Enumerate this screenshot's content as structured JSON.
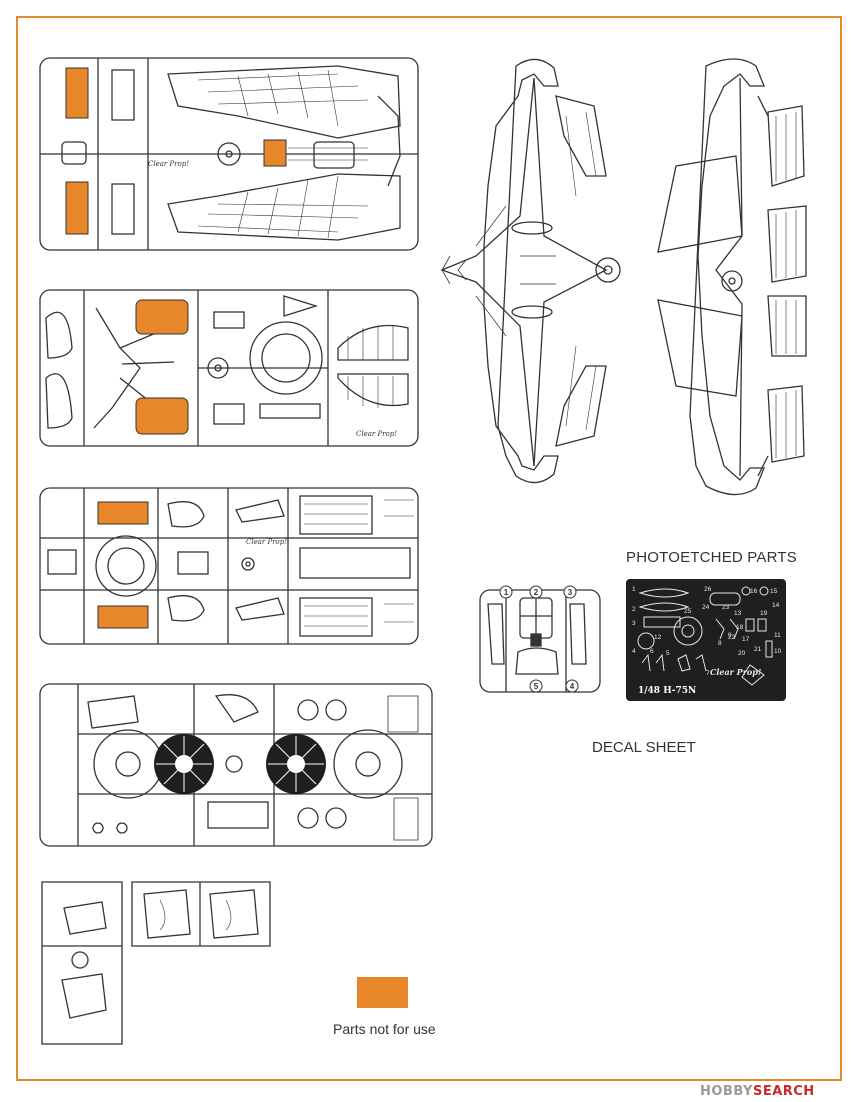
{
  "colors": {
    "border": "#e88a2e",
    "highlight": "#e8872a",
    "line": "#333333",
    "pe_sheet": "#1f1f1f"
  },
  "labels": {
    "photoetched_title": "PHOTOETCHED PARTS",
    "decal_title": "DECAL SHEET",
    "legend_text": "Parts not for use"
  },
  "photoetched_sheet": {
    "scale_label": "1/48 H-75N",
    "brand_label": "Clear Prop!",
    "part_numbers": [
      "1",
      "2",
      "3",
      "4",
      "5",
      "6",
      "7",
      "8",
      "9",
      "10",
      "11",
      "12",
      "13",
      "14",
      "15",
      "16",
      "17",
      "18",
      "19",
      "20",
      "21",
      "22",
      "23",
      "24",
      "25",
      "26"
    ]
  },
  "canopy_frame": {
    "part_numbers": [
      "1",
      "2",
      "3",
      "4",
      "5"
    ]
  },
  "sprues": {
    "brand_marks": [
      "Clear Prop!",
      "Clear Prop!",
      "Clear Prop!"
    ]
  },
  "watermark": {
    "brand": "HOBBY",
    "suffix": "SEARCH"
  },
  "icons": {
    "legend": "orange-square-icon",
    "sprue_gate": "circle-gate-icon"
  }
}
